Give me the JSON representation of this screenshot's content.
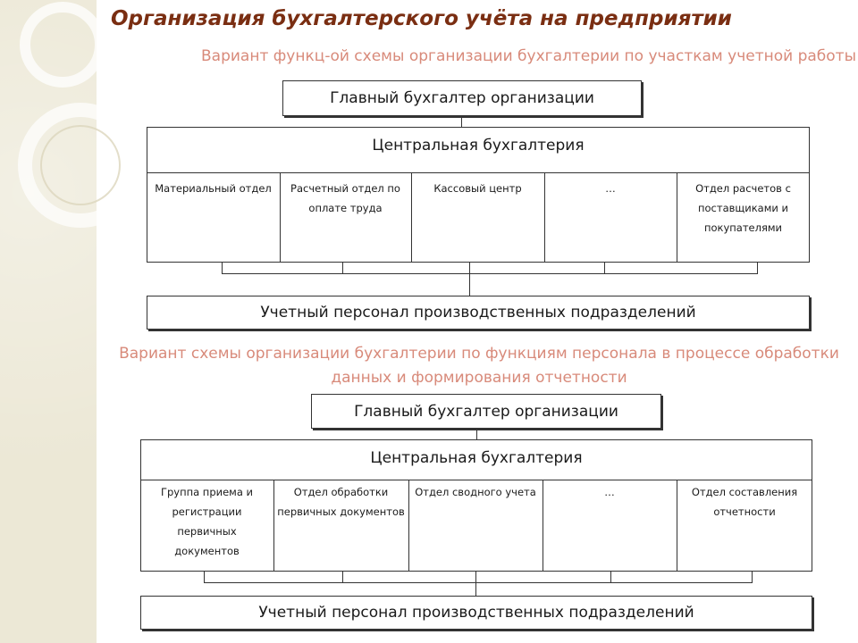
{
  "slide": {
    "title": "Организация бухгалтерского учёта на предприятии",
    "subtitle": "Вариант функц-ой схемы организации бухгалтерии по участкам учетной работы",
    "subtitle2": "Вариант схемы организации бухгалтерии по функциям персонала в процессе обработки данных и формирования отчетности"
  },
  "diagram1": {
    "chief": "Главный бухгалтер организации",
    "central": "Центральная бухгалтерия",
    "departments": [
      "Материальный отдел",
      "Расчетный отдел по оплате труда",
      "Кассовый центр",
      "…",
      "Отдел расчетов с поставщиками и покупателями"
    ],
    "bottom": "Учетный персонал производственных подразделений"
  },
  "diagram2": {
    "chief": "Главный бухгалтер организации",
    "central": "Центральная бухгалтерия",
    "departments": [
      "Группа приема и регистрации первичных документов",
      "Отдел обработки первичных документов",
      "Отдел сводного учета",
      "…",
      "Отдел составления отчетности"
    ],
    "bottom": "Учетный персонал производственных подразделений"
  },
  "colors": {
    "title": "#7a2e12",
    "subtitle": "#d88a7a",
    "panel": "#ece8d6"
  }
}
